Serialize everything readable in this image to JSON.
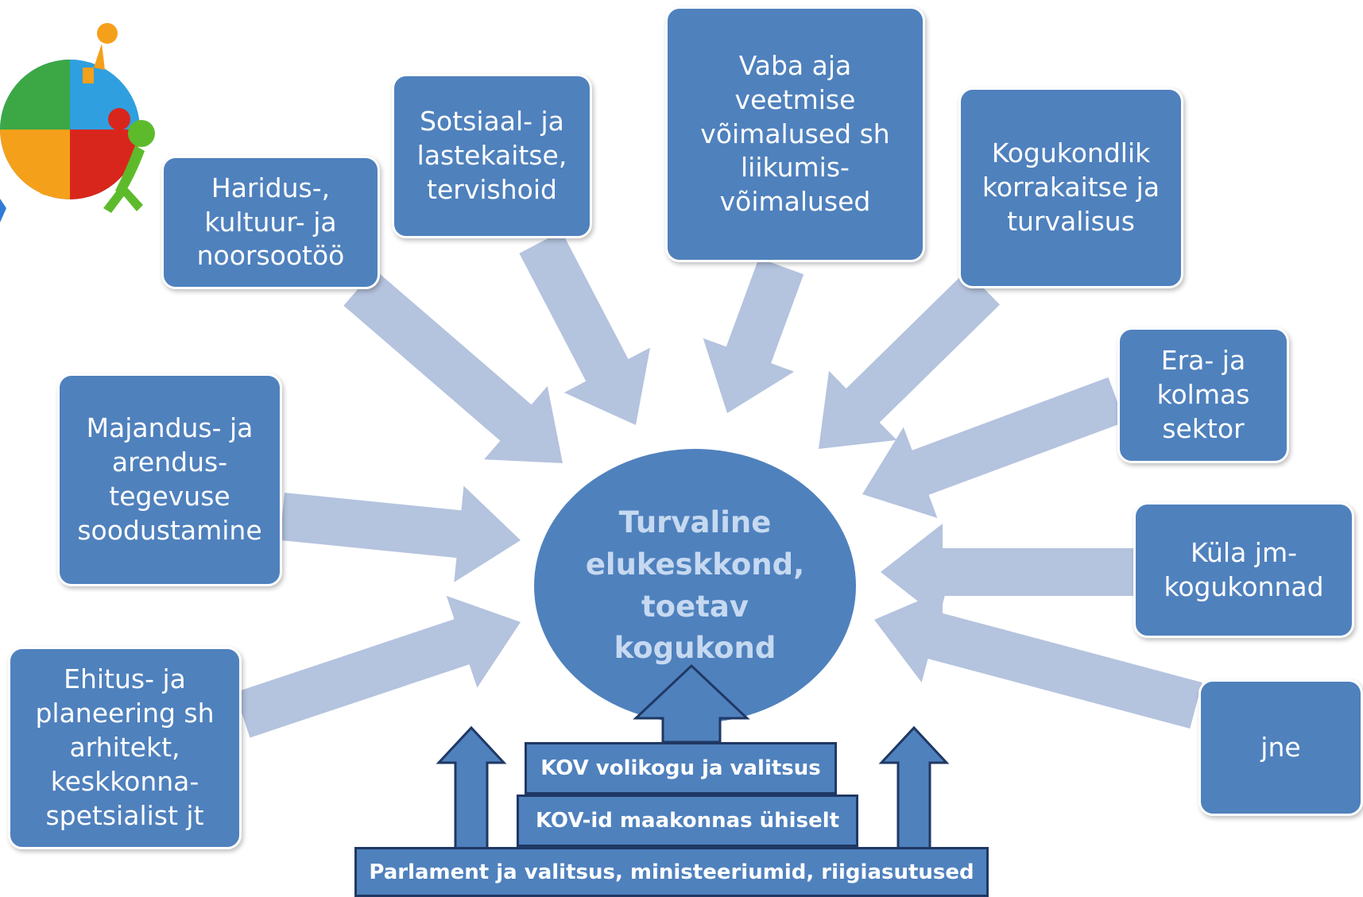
{
  "center": {
    "label": "Turvaline\nelukeskkond,\ntoetav\nkogukond"
  },
  "boxes": [
    {
      "label": "Haridus-,\nkultuur- ja\nnoorsootöö"
    },
    {
      "label": "Sotsiaal- ja\nlastekaitse,\ntervishoid"
    },
    {
      "label": "Vaba aja\nveetmise\nvõimalused sh\nliikumis-\nvõimalused"
    },
    {
      "label": "Kogukondlik\nkorrakaitse ja\nturvalisus"
    },
    {
      "label": "Era- ja\nkolmas\nsektor"
    },
    {
      "label": "Küla jm-\nkogukonnad"
    },
    {
      "label": "jne"
    },
    {
      "label": "Majandus- ja\narendus-\ntegevuse\nsoodustamine"
    },
    {
      "label": "Ehitus- ja\nplaneering sh\narhitekt,\nkeskkonna-\nspetsialist jt"
    }
  ],
  "tiers": [
    {
      "label": "KOV volikogu ja valitsus"
    },
    {
      "label": "KOV-id maakonnas ühiselt"
    },
    {
      "label": "Parlament ja valitsus, ministeeriumid, riigiasutused"
    }
  ],
  "colors": {
    "box_fill": "#4f81bd",
    "arrow_fill": "#b4c3de",
    "center_text": "#c6d9f1",
    "tier_border": "#1f3864"
  },
  "icons": [
    "puzzle-people-icon"
  ]
}
